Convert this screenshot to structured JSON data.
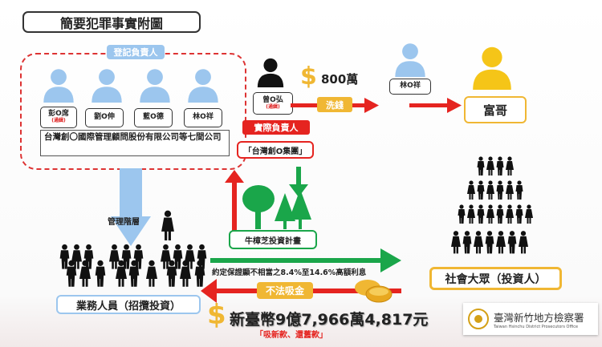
{
  "title": "簡要犯罪事實附圖",
  "registered": {
    "label": "登記負責人",
    "people": [
      {
        "name": "彭O席",
        "note": "(通緝)"
      },
      {
        "name": "劉O伸"
      },
      {
        "name": "藍O德"
      },
      {
        "name": "林O祥"
      }
    ],
    "company": "台灣創〇國際管理顧問股份有限公司等七間公司"
  },
  "actual": {
    "name": "曾O弘",
    "note": "(通緝)",
    "label": "實際負責人",
    "group": "「台灣創O集團」"
  },
  "money": {
    "amount": "800萬",
    "launder": "洗錢",
    "via": "林O祥",
    "to": "富哥"
  },
  "management": "管理階層",
  "sales": "業務人員（招攬投資）",
  "plan": "牛樟芝投資計畫",
  "promise": "約定保證顯不相當之8.4%至14.6%高額利息",
  "illegal": "不法吸金",
  "total": "新臺幣9億7,966萬4,817元",
  "scheme": "「吸新款、還舊款」",
  "public": "社會大眾（投資人）",
  "office": {
    "zh": "臺灣新竹地方檢察署",
    "en": "Taiwan Hsinchu District Prosecutors Office"
  },
  "colors": {
    "red": "#e52420",
    "green": "#1aa64a",
    "blue": "#9cc6ee",
    "gold": "#f0b733"
  }
}
